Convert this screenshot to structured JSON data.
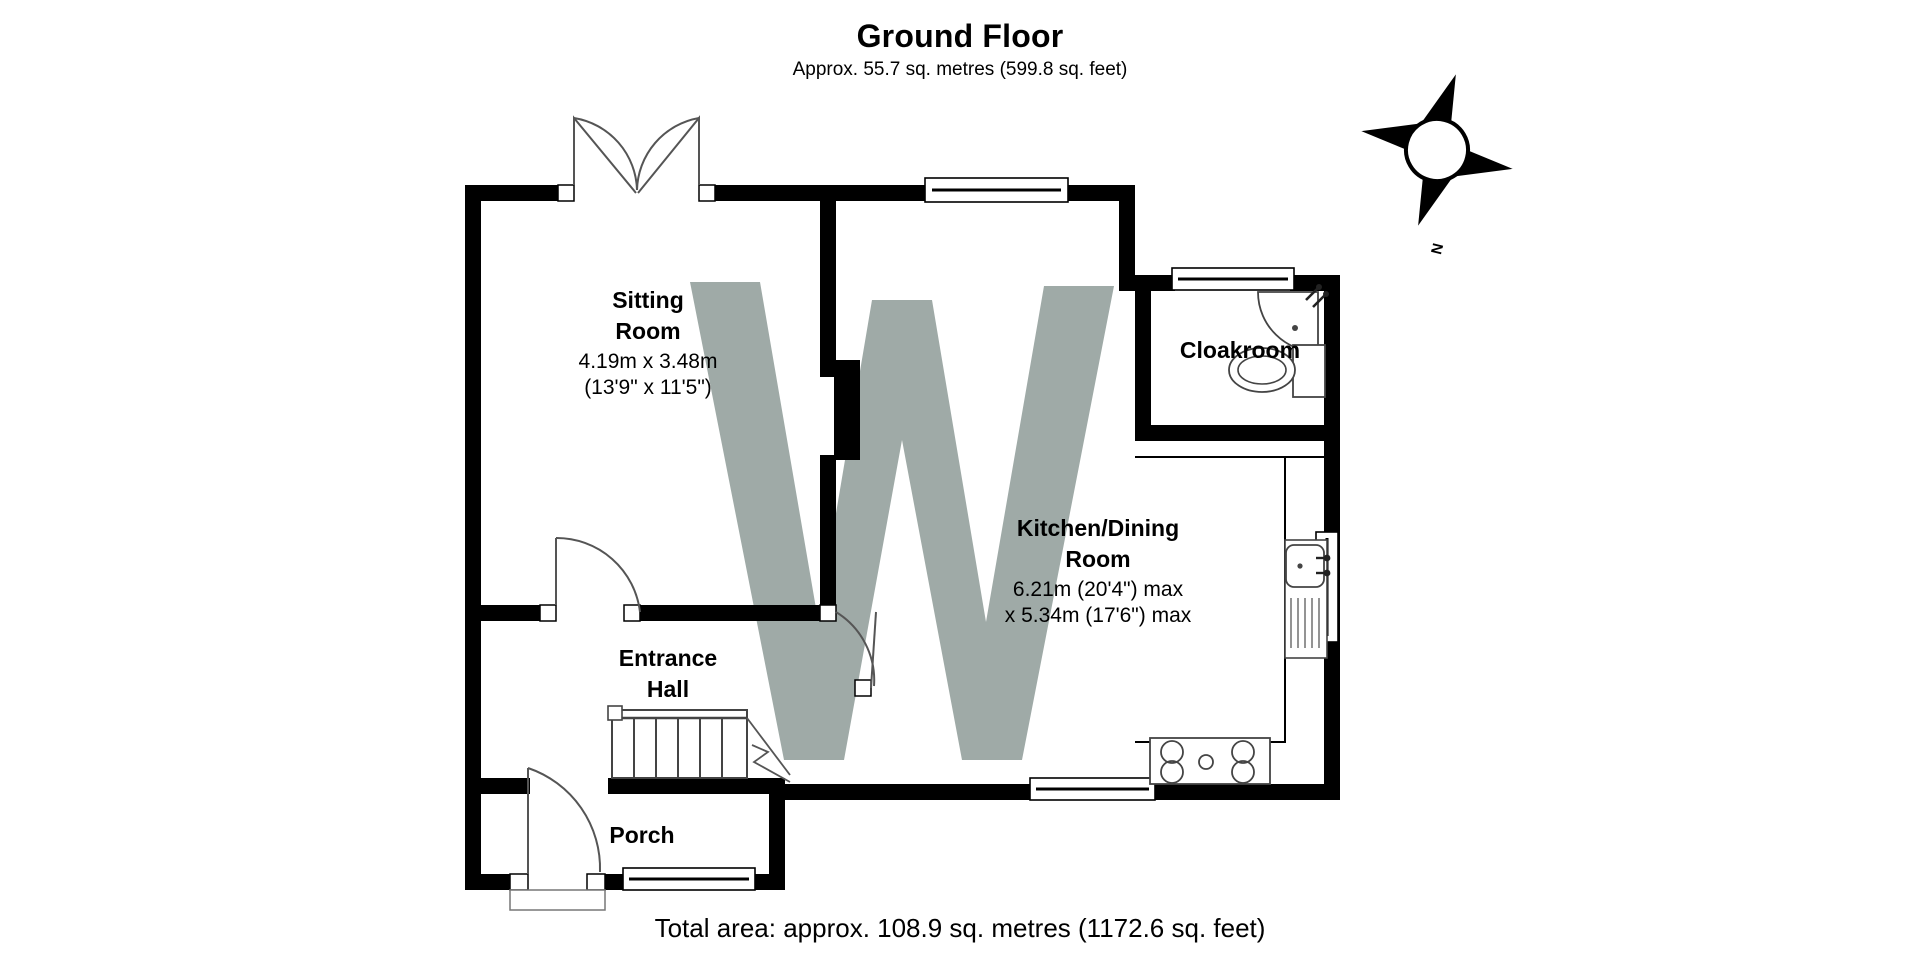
{
  "header": {
    "title": "Ground Floor",
    "subtitle": "Approx. 55.7 sq. metres (599.8 sq. feet)"
  },
  "footer": {
    "total_area": "Total area: approx. 108.9 sq. metres (1172.6 sq. feet)"
  },
  "compass": {
    "label": "N",
    "icon": "compass-rose-icon"
  },
  "colors": {
    "wall": "#000000",
    "room_fill": "#ffffff",
    "fixture_stroke": "#000000",
    "watermark": "#9aa5a2",
    "background": "#ffffff"
  },
  "watermark": {
    "text": "W",
    "color": "#9aa5a2"
  },
  "rooms": [
    {
      "id": "sitting-room",
      "name_line1": "Sitting",
      "name_line2": "Room",
      "dim_metric": "4.19m x 3.48m",
      "dim_imperial": "(13'9\" x 11'5\")"
    },
    {
      "id": "kitchen-dining-room",
      "name_line1": "Kitchen/Dining",
      "name_line2": "Room",
      "dim_metric": "6.21m (20'4\") max",
      "dim_imperial": "x 5.34m (17'6\") max"
    },
    {
      "id": "cloakroom",
      "name_line1": "Cloakroom",
      "name_line2": "",
      "dim_metric": "",
      "dim_imperial": ""
    },
    {
      "id": "entrance-hall",
      "name_line1": "Entrance",
      "name_line2": "Hall",
      "dim_metric": "",
      "dim_imperial": ""
    },
    {
      "id": "porch",
      "name_line1": "Porch",
      "name_line2": "",
      "dim_metric": "",
      "dim_imperial": ""
    }
  ],
  "fixtures": [
    {
      "id": "french-doors-sitting-room",
      "type": "double-door"
    },
    {
      "id": "window-kitchen-north",
      "type": "window"
    },
    {
      "id": "window-cloakroom-north",
      "type": "window"
    },
    {
      "id": "window-kitchen-east",
      "type": "window"
    },
    {
      "id": "window-kitchen-south",
      "type": "window"
    },
    {
      "id": "window-porch-south",
      "type": "window"
    },
    {
      "id": "door-sitting-to-hall",
      "type": "single-door"
    },
    {
      "id": "door-hall-to-kitchen",
      "type": "single-door"
    },
    {
      "id": "door-front-porch",
      "type": "single-door"
    },
    {
      "id": "staircase",
      "type": "stairs"
    },
    {
      "id": "kitchen-sink",
      "type": "sink"
    },
    {
      "id": "kitchen-hob",
      "type": "hob"
    },
    {
      "id": "cloakroom-basin",
      "type": "corner-basin"
    },
    {
      "id": "cloakroom-wc",
      "type": "toilet"
    }
  ]
}
